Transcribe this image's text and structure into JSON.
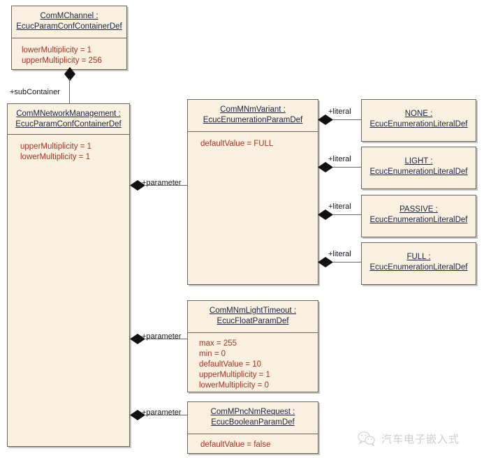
{
  "diagram": {
    "title": "ComM Network Management ECU configuration UML class diagram",
    "colors": {
      "box_fill": "#faf0df",
      "box_border": "#6b6458",
      "title_text": "#1b2344",
      "attribute_text": "#a33228",
      "connector": "#6b6458",
      "role_label_text": "#14161c",
      "background": "#ffffff"
    }
  },
  "classes": {
    "com_m_channel": {
      "name": "ComMChannel :",
      "stereotype": "EcucParamConfContainerDef",
      "attributes": [
        "lowerMultiplicity = 1",
        "upperMultiplicity = 256"
      ]
    },
    "com_m_network_management": {
      "name": "ComMNetworkManagement :",
      "stereotype": "EcucParamConfContainerDef",
      "attributes": [
        "upperMultiplicity = 1",
        "lowerMultiplicity = 1"
      ]
    },
    "com_m_nm_variant": {
      "name": "ComMNmVariant :",
      "stereotype": "EcucEnumerationParamDef",
      "attributes": [
        "defaultValue = FULL"
      ]
    },
    "com_m_nm_light_timeout": {
      "name": "ComMNmLightTimeout :",
      "stereotype": "EcucFloatParamDef",
      "attributes": [
        "max = 255",
        "min = 0",
        "defaultValue = 10",
        "upperMultiplicity = 1",
        "lowerMultiplicity = 0"
      ]
    },
    "com_m_pnc_nm_request": {
      "name": "ComMPncNmRequest :",
      "stereotype": "EcucBooleanParamDef",
      "attributes": [
        "defaultValue = false"
      ]
    },
    "literal_none": {
      "name": "NONE :",
      "stereotype": "EcucEnumerationLiteralDef",
      "attributes": []
    },
    "literal_light": {
      "name": "LIGHT :",
      "stereotype": "EcucEnumerationLiteralDef",
      "attributes": []
    },
    "literal_passive": {
      "name": "PASSIVE :",
      "stereotype": "EcucEnumerationLiteralDef",
      "attributes": []
    },
    "literal_full": {
      "name": "FULL :",
      "stereotype": "EcucEnumerationLiteralDef",
      "attributes": []
    }
  },
  "roles": {
    "sub_container": "+subContainer",
    "parameter_variant": "+parameter",
    "parameter_light_timeout": "+parameter",
    "parameter_pnc_nm_request": "+parameter",
    "literal_none": "+literal",
    "literal_light": "+literal",
    "literal_passive": "+literal",
    "literal_full": "+literal"
  },
  "watermark": {
    "text": "汽车电子嵌入式",
    "icon": "wechat-icon"
  }
}
